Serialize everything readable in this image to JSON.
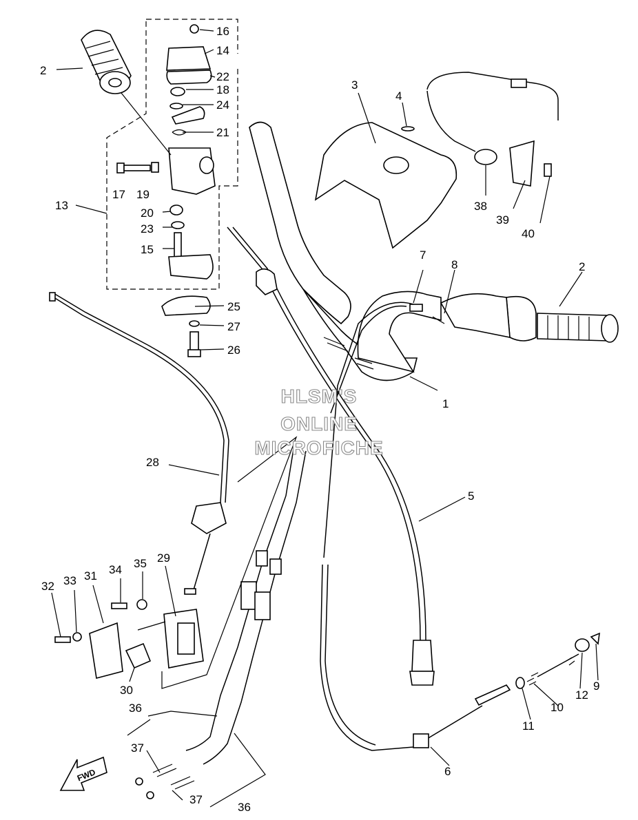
{
  "callouts": [
    {
      "id": "c2a",
      "text": "2"
    },
    {
      "id": "c16",
      "text": "16"
    },
    {
      "id": "c14",
      "text": "14"
    },
    {
      "id": "c22",
      "text": "22"
    },
    {
      "id": "c18",
      "text": "18"
    },
    {
      "id": "c24",
      "text": "24"
    },
    {
      "id": "c21",
      "text": "21"
    },
    {
      "id": "c17",
      "text": "17"
    },
    {
      "id": "c19",
      "text": "19"
    },
    {
      "id": "c13",
      "text": "13"
    },
    {
      "id": "c20",
      "text": "20"
    },
    {
      "id": "c23",
      "text": "23"
    },
    {
      "id": "c15",
      "text": "15"
    },
    {
      "id": "c25",
      "text": "25"
    },
    {
      "id": "c27",
      "text": "27"
    },
    {
      "id": "c26",
      "text": "26"
    },
    {
      "id": "c3",
      "text": "3"
    },
    {
      "id": "c4",
      "text": "4"
    },
    {
      "id": "c38",
      "text": "38"
    },
    {
      "id": "c39",
      "text": "39"
    },
    {
      "id": "c40",
      "text": "40"
    },
    {
      "id": "c7",
      "text": "7"
    },
    {
      "id": "c8",
      "text": "8"
    },
    {
      "id": "c2b",
      "text": "2"
    },
    {
      "id": "c1",
      "text": "1"
    },
    {
      "id": "c28",
      "text": "28"
    },
    {
      "id": "c5",
      "text": "5"
    },
    {
      "id": "c32",
      "text": "32"
    },
    {
      "id": "c33",
      "text": "33"
    },
    {
      "id": "c31",
      "text": "31"
    },
    {
      "id": "c34",
      "text": "34"
    },
    {
      "id": "c35",
      "text": "35"
    },
    {
      "id": "c29",
      "text": "29"
    },
    {
      "id": "c30",
      "text": "30"
    },
    {
      "id": "c36a",
      "text": "36"
    },
    {
      "id": "c37a",
      "text": "37"
    },
    {
      "id": "c37b",
      "text": "37"
    },
    {
      "id": "c36b",
      "text": "36"
    },
    {
      "id": "c6",
      "text": "6"
    },
    {
      "id": "c11",
      "text": "11"
    },
    {
      "id": "c10",
      "text": "10"
    },
    {
      "id": "c12",
      "text": "12"
    },
    {
      "id": "c9",
      "text": "9"
    }
  ],
  "watermark": {
    "line1": "HLSM'S",
    "line2": "ONLINE",
    "line3": "MICROFICHE"
  },
  "fwd_label": "FWD"
}
